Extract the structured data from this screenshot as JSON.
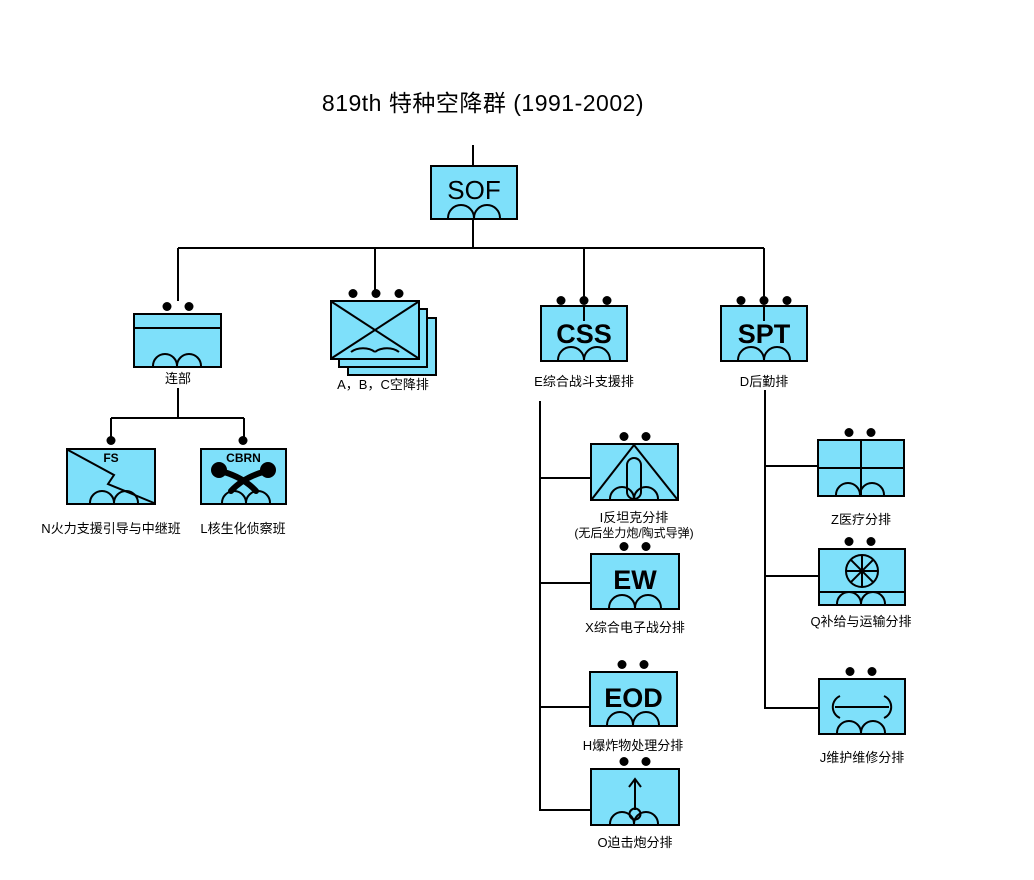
{
  "title": "819th 特种空降群 (1991-2002)",
  "colors": {
    "box_fill": "#7ee0fa",
    "line": "#000000",
    "background": "#ffffff"
  },
  "units": {
    "sof": {
      "symbol_text": "SOF"
    },
    "hq": {
      "label": "连部"
    },
    "abc": {
      "label": "A，B，C空降排"
    },
    "css": {
      "symbol_text": "CSS",
      "label": "E综合战斗支援排"
    },
    "spt": {
      "symbol_text": "SPT",
      "label": "D后勤排"
    },
    "fire_support": {
      "symbol_text": "FS",
      "label": "N火力支援引导与中继班"
    },
    "cbrn": {
      "symbol_text": "CBRN",
      "label": "L核生化侦察班"
    },
    "antitank": {
      "label": "I反坦克分排",
      "sublabel": "(无后坐力炮/陶式导弹)"
    },
    "ew": {
      "symbol_text": "EW",
      "label": "X综合电子战分排"
    },
    "eod": {
      "symbol_text": "EOD",
      "label": "H爆炸物处理分排"
    },
    "mortar": {
      "label": "O迫击炮分排"
    },
    "medical": {
      "label": "Z医疗分排"
    },
    "supply": {
      "label": "Q补给与运输分排"
    },
    "maintenance": {
      "label": "J维护维修分排"
    }
  }
}
